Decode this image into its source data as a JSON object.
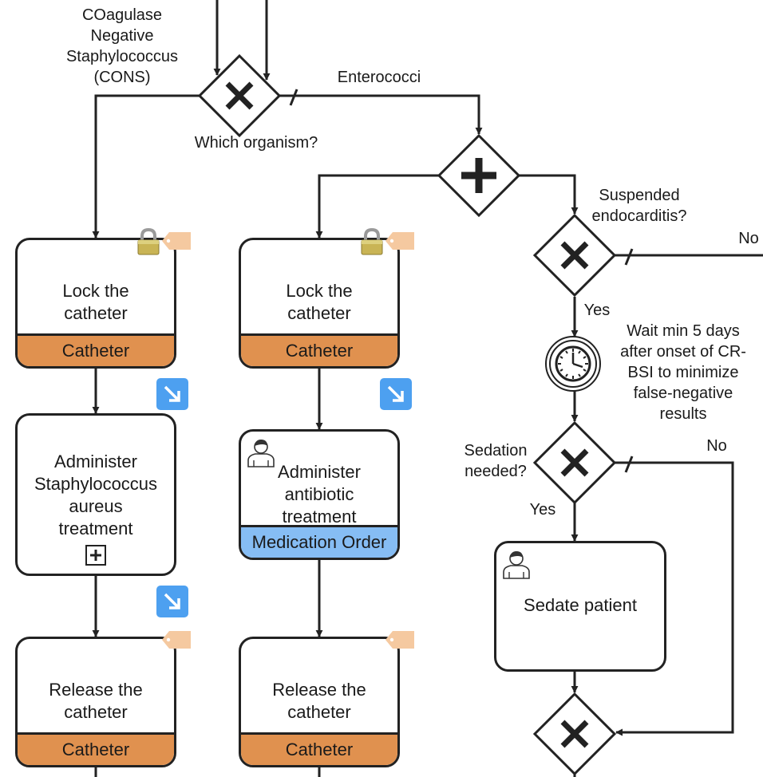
{
  "gateways": {
    "organism": {
      "question": "Which organism?",
      "left_branch": "COagulase\nNegative\nStaphylococcus\n(CONS)",
      "right_branch": "Enterococci"
    },
    "endocarditis": {
      "question": "Suspended\nendocarditis?",
      "no_label": "No",
      "yes_label": "Yes"
    },
    "sedation": {
      "question": "Sedation\nneeded?",
      "no_label": "No",
      "yes_label": "Yes"
    }
  },
  "timer": {
    "label": "Wait min 5 days\nafter onset of CR-\nBSI to minimize\nfalse-negative\nresults"
  },
  "tasks": {
    "lock_left": {
      "title": "Lock the\ncatheter",
      "footer": "Catheter"
    },
    "lock_mid": {
      "title": "Lock the\ncatheter",
      "footer": "Catheter"
    },
    "administer_staph": {
      "title": "Administer\nStaphylococcus\naureus\ntreatment"
    },
    "administer_antibiotic": {
      "title": "Administer\nantibiotic\ntreatment",
      "footer": "Medication Order"
    },
    "sedate": {
      "title": "Sedate patient"
    },
    "release_left": {
      "title": "Release the\ncatheter",
      "footer": "Catheter"
    },
    "release_mid": {
      "title": "Release the\ncatheter",
      "footer": "Catheter"
    }
  },
  "icons": {
    "lock": "padlock-icon",
    "tag": "tag-icon",
    "person": "user-task-icon",
    "timer": "timer-event-icon",
    "link": "arrow-down-right-icon",
    "subprocess": "plus-square-icon"
  },
  "colors": {
    "catheter_footer": "#e0914f",
    "medication_footer": "#86bdf4",
    "link_badge": "#4da0f0",
    "tag": "#f5c9a0",
    "lock": "#c9b455"
  }
}
